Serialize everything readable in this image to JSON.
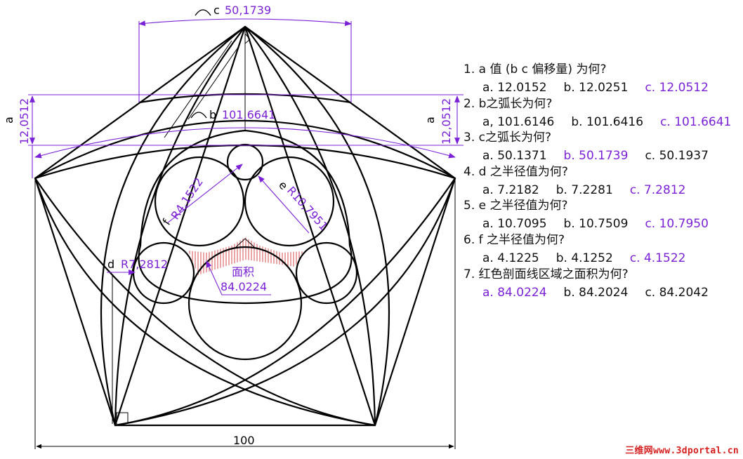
{
  "drawing": {
    "dimension_labels": {
      "c_letter": "c",
      "c_value": "50,1739",
      "b_letter": "b",
      "b_value": "101,6641",
      "a_letter_left": "a",
      "a_value_left": "12,0512",
      "a_letter_right": "a",
      "a_value_right": "12,0512",
      "f_letter": "f",
      "f_value": "R4,1522",
      "e_letter": "e",
      "e_value": "R10,7951",
      "d_letter": "d",
      "d_value": "R7,2812",
      "area_label": "面积",
      "area_value": "84.0224",
      "base_value": "100"
    },
    "colors": {
      "dimension": "#7b22d6",
      "geometry": "#000000",
      "hatch": "#d23a3a"
    }
  },
  "questions": [
    {
      "text": "1. a 值 (b c 偏移量) 为何?",
      "options": [
        {
          "label": "a. 12.0152",
          "correct": false
        },
        {
          "label": "b. 12.0251",
          "correct": false
        },
        {
          "label": "c. 12.0512",
          "correct": true
        }
      ]
    },
    {
      "text": "2. b之弧长为何?",
      "options": [
        {
          "label": "a, 101.6146",
          "correct": false
        },
        {
          "label": "b. 101.6416",
          "correct": false
        },
        {
          "label": "c. 101.6641",
          "correct": true
        }
      ]
    },
    {
      "text": "3. c之弧长为何?",
      "options": [
        {
          "label": "a. 50.1371",
          "correct": false
        },
        {
          "label": "b. 50.1739",
          "correct": true
        },
        {
          "label": "c. 50.1937",
          "correct": false
        }
      ]
    },
    {
      "text": "4. d 之半径值为何?",
      "options": [
        {
          "label": "a. 7.2182",
          "correct": false
        },
        {
          "label": "b. 7.2281",
          "correct": false
        },
        {
          "label": "c. 7.2812",
          "correct": true
        }
      ]
    },
    {
      "text": "5. e 之半径值为何?",
      "options": [
        {
          "label": "a. 10.7095",
          "correct": false
        },
        {
          "label": "b. 10.7509",
          "correct": false
        },
        {
          "label": "c. 10.7950",
          "correct": true
        }
      ]
    },
    {
      "text": "6. f 之半径值为何?",
      "options": [
        {
          "label": "a. 4.1225",
          "correct": false
        },
        {
          "label": "b. 4.1252",
          "correct": false
        },
        {
          "label": "c. 4.1522",
          "correct": true
        }
      ]
    },
    {
      "text": "7. 红色剖面线区域之面积为何?",
      "options": [
        {
          "label": "a. 84.0224",
          "correct": true
        },
        {
          "label": "b. 84.2024",
          "correct": false
        },
        {
          "label": "c. 84.2042",
          "correct": false
        }
      ]
    }
  ],
  "watermark": "三维网www.3dportal.cn"
}
